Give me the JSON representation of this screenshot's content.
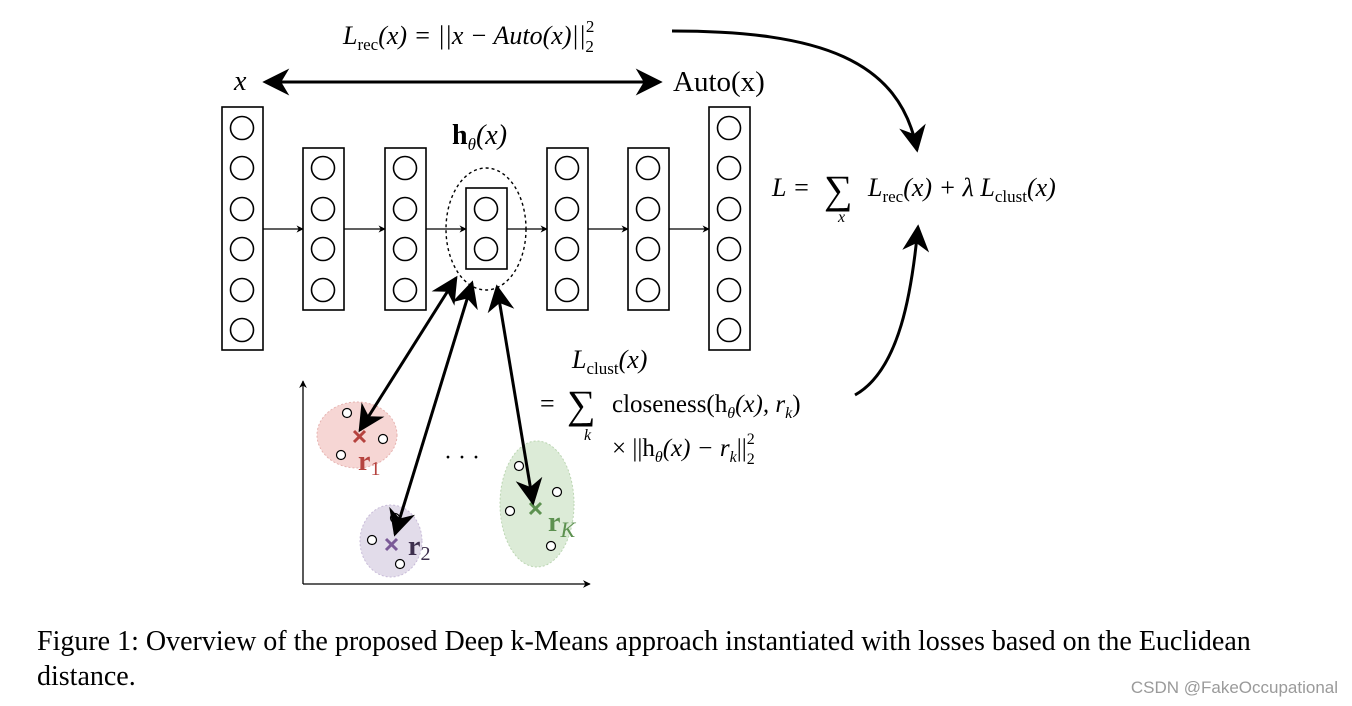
{
  "formulas": {
    "rec_loss_lhs": "L",
    "rec_loss_sub": "rec",
    "rec_loss_rhs": "(x) = ||x − Auto(x)||",
    "rec_loss_sup": "2",
    "rec_loss_sub2": "2",
    "input_label": "x",
    "output_label": "Auto(x)",
    "embedding_label_h": "h",
    "embedding_label_theta": "θ",
    "embedding_label_arg": "(x)",
    "total_loss": "L = ",
    "sum_sign": "∑",
    "sum_index_x": "x",
    "total_loss_rest_1": "L",
    "total_loss_sub_rec": "rec",
    "total_loss_rest_2": "(x) + λ L",
    "total_loss_sub_clust": "clust",
    "total_loss_rest_3": "(x)",
    "clust_lhs": "L",
    "clust_lhs_sub": "clust",
    "clust_lhs_arg": "(x)",
    "clust_eq": "=",
    "sum_index_k": "k",
    "clust_line1": "closeness(h",
    "clust_line1_theta": "θ",
    "clust_line1_rest": "(x), r",
    "clust_line1_k": "k",
    "clust_line1_end": ")",
    "clust_line2": "× ||h",
    "clust_line2_theta": "θ",
    "clust_line2_rest": "(x) − r",
    "clust_line2_k": "k",
    "clust_line2_end": "||",
    "clust_line2_sup": "2",
    "clust_line2_sub": "2"
  },
  "clusters": {
    "r1": {
      "letter": "r",
      "index": "1",
      "color": "#b5433f",
      "fill": "#f6d6d4"
    },
    "r2": {
      "letter": "r",
      "index": "2",
      "color": "#7b5a97",
      "fill": "#e2dcea"
    },
    "rK": {
      "letter": "r",
      "index": "K",
      "color": "#5d9150",
      "fill": "#dcebd7"
    },
    "ellipsis": "· · ·"
  },
  "caption": "Figure 1: Overview of the proposed Deep k-Means approach instantiated with losses based on the Euclidean distance.",
  "watermark": "CSDN @FakeOccupational"
}
